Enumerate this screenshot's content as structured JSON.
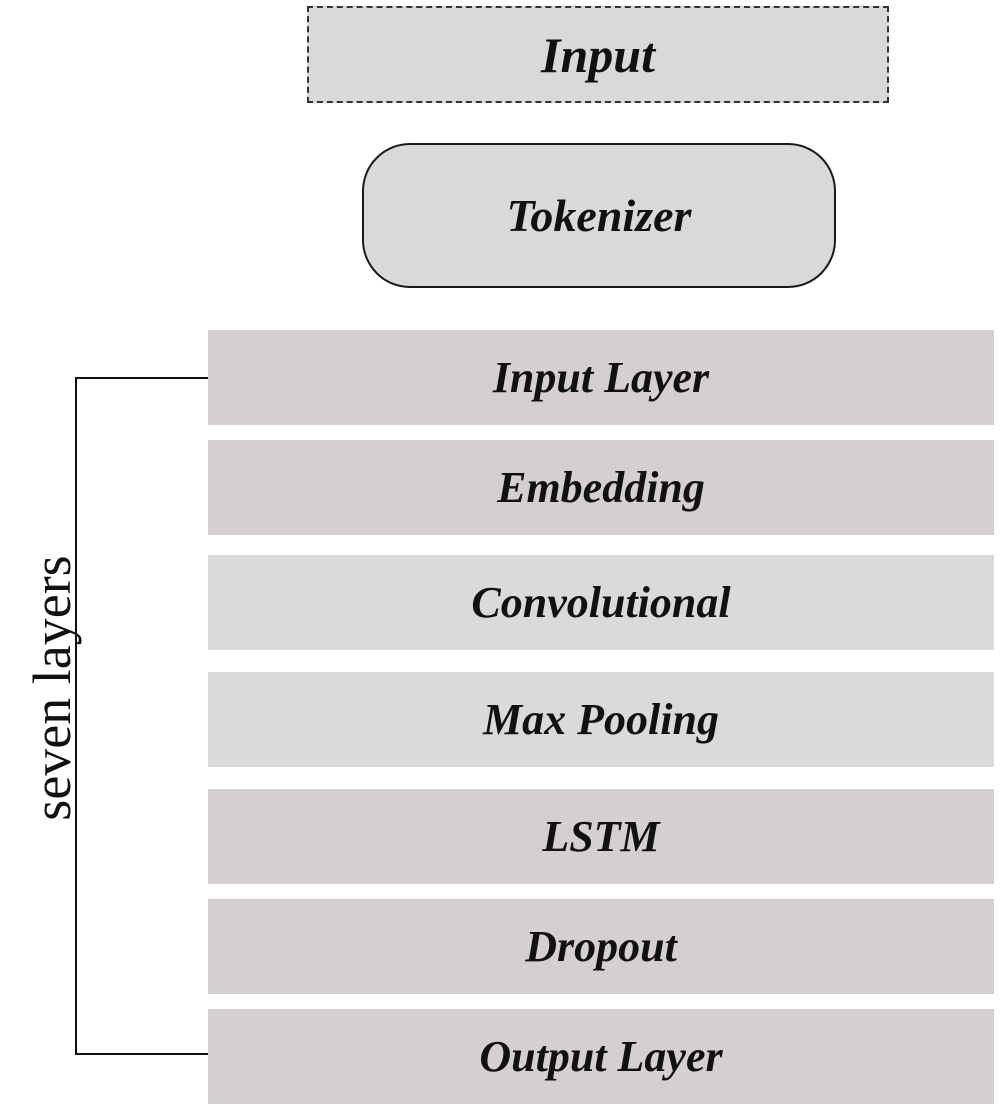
{
  "input_box": {
    "label": "Input"
  },
  "tokenizer_box": {
    "label": "Tokenizer"
  },
  "layers": [
    {
      "label": "Input Layer",
      "color": "#d6cfcf"
    },
    {
      "label": "Embedding",
      "color": "#d6cfcf"
    },
    {
      "label": "Convolutional",
      "color": "#dadada"
    },
    {
      "label": "Max Pooling",
      "color": "#dadada"
    },
    {
      "label": "LSTM",
      "color": "#d6cfcf"
    },
    {
      "label": "Dropout",
      "color": "#d6cfcf"
    },
    {
      "label": "Output Layer",
      "color": "#d6cfcf"
    }
  ],
  "group": {
    "label": "seven layers"
  }
}
